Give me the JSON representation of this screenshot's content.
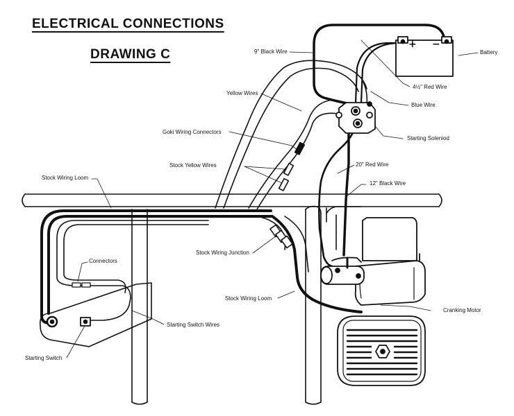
{
  "title": "ELECTRICAL CONNECTIONS",
  "subtitle": "DRAWING C",
  "battery": {
    "plus": "+",
    "minus": "−"
  },
  "labels": {
    "black_wire_9": "9\" Black Wire",
    "battery": "Battery",
    "red_wire_4half": "4½\" Red Wire",
    "yellow_wires": "Yellow Wires",
    "blue_wire": "Blue Wire",
    "goki_connectors": "Goki Wiring Connectors",
    "starting_solenoid": "Starting Soleniod",
    "stock_yellow_wires": "Stock Yellow Wires",
    "red_wire_20": "20\" Red Wire",
    "stock_loom_top": "Stock Wiring Loom",
    "black_wire_12": "12\" Black Wire",
    "connectors": "Connectors",
    "stock_junction": "Stock Wiring Junction",
    "stock_loom_bottom": "Stock Wiring Loom",
    "cranking_motor": "Cranking Motor",
    "starting_switch_wires": "Starting Switch Wires",
    "starting_switch": "Starting Switch"
  }
}
